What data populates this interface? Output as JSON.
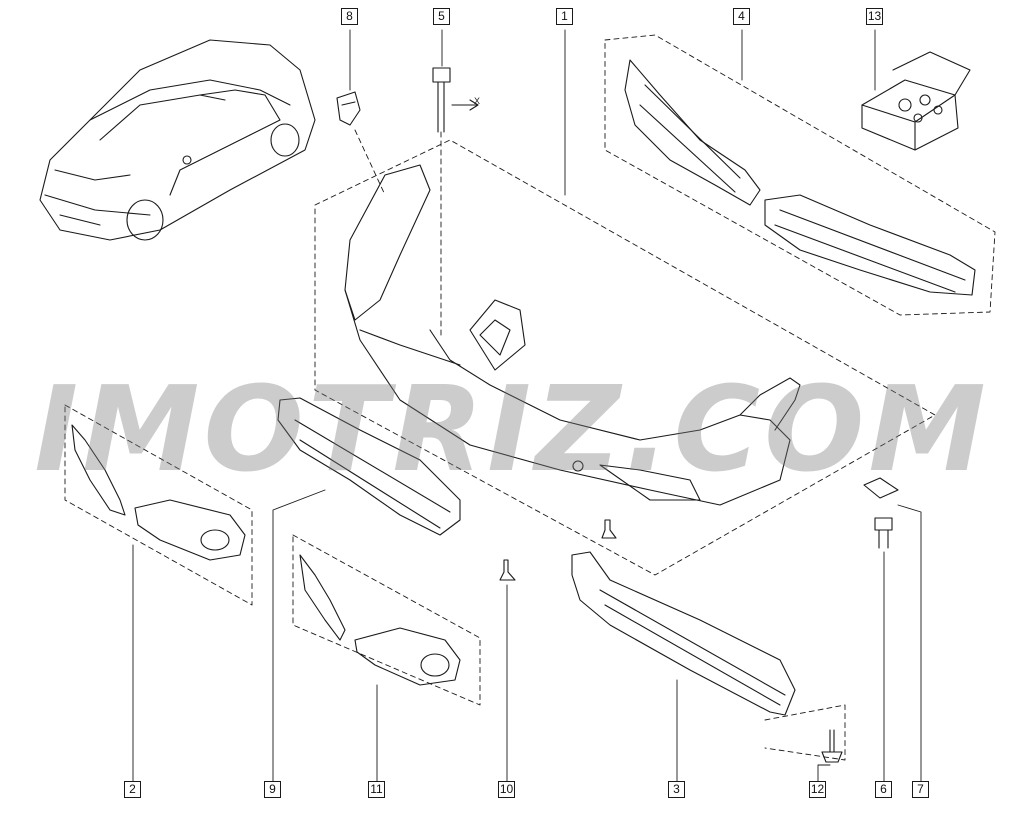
{
  "watermark": "IMOTRIZ.COM",
  "dimension_label": "X",
  "callouts": {
    "c1": "1",
    "c2": "2",
    "c3": "3",
    "c4": "4",
    "c5": "5",
    "c6": "6",
    "c7": "7",
    "c8": "8",
    "c9": "9",
    "c10": "10",
    "c11": "11",
    "c12": "12",
    "c13": "13"
  }
}
